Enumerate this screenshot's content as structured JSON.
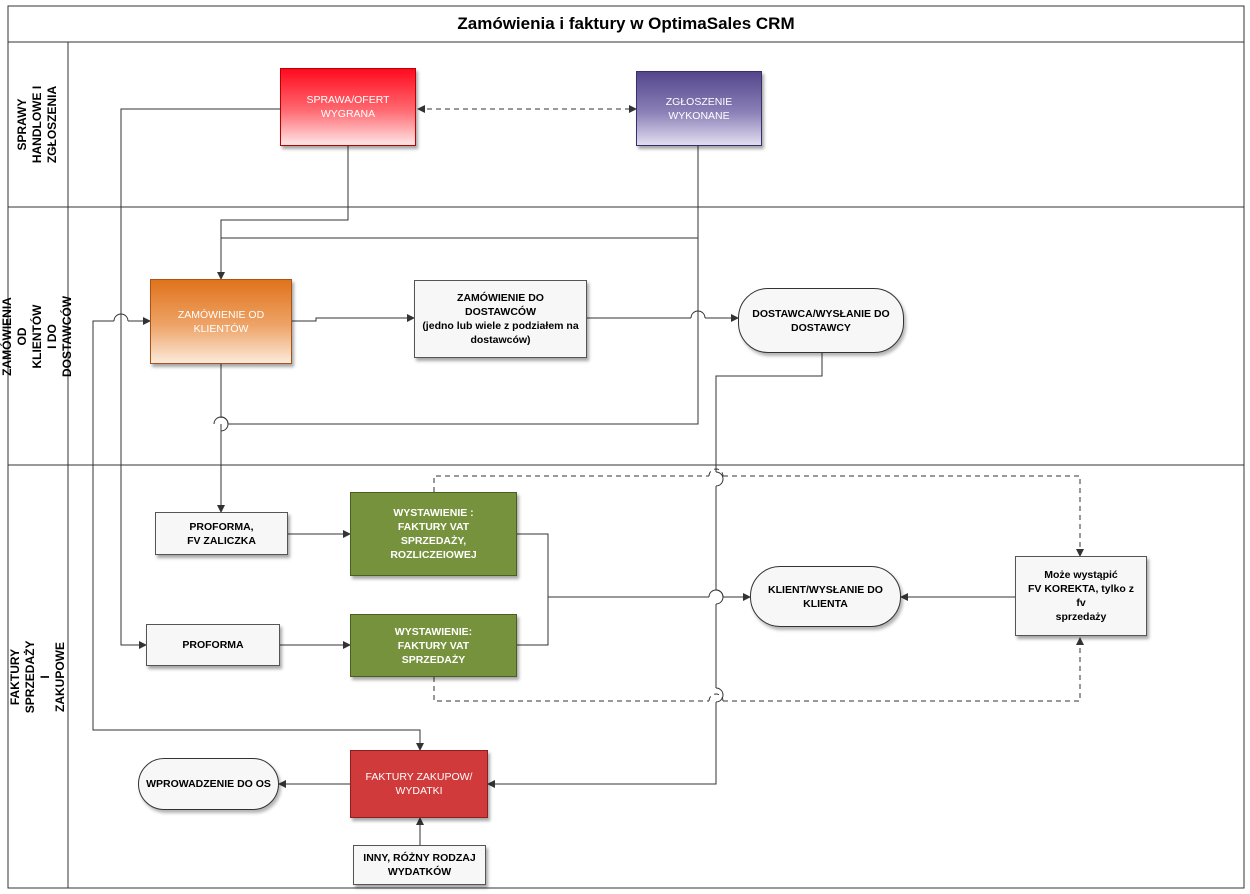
{
  "title": "Zamówienia i faktury w OptimaSales CRM",
  "lanes": [
    {
      "label": "SPRAWY HANDLOWE I\nZGŁOSZENIA"
    },
    {
      "label": "ZAMÓWIENIA OD KLIENTÓW\nI DO DOSTAWCÓW"
    },
    {
      "label": "FAKTURY SPRZEDAŻY I ZAKUPOWE"
    }
  ],
  "nodes": {
    "sprawa_ofert": "SPRAWA/OFERT\nWYGRANA",
    "zgloszenie": "ZGŁOSZENIE\nWYKONANE",
    "zamowienie_klienta": "ZAMÓWIENIE OD\nKLIENTÓW",
    "zamowienie_dostawcow": "ZAMÓWIENIE DO DOSTAWCÓW\n(jedno lub wiele z podziałem na\ndostawców)",
    "dostawca": "DOSTAWCA/WYSŁANIE DO\nDOSTAWCY",
    "proforma_fv_zaliczka": "PROFORMA,\nFV ZALICZKA",
    "wystawienie_1": "WYSTAWIENIE :\nFAKTURY VAT\nSPRZEDAŻY,\nROZLICZEIOWEJ",
    "proforma": "PROFORMA",
    "wystawienie_2": "WYSTAWIENIE:\nFAKTURY VAT\nSPRZEDAŻY",
    "klient": "KLIENT/WYSŁANIE DO\nKLIENTA",
    "korekta": "Może wystąpić\nFV KOREKTA, tylko z fv\nsprzedaży",
    "wprowadzenie_os": "WPROWADZENIE DO OS",
    "faktury_zakupow": "FAKTURY ZAKUPOW/\nWYDATKI",
    "inny_rodzaj": "INNY, RÓŻNY RODZAJ\nWYDATKÓW"
  },
  "colors": {
    "red_gradient": "#ff0a1e",
    "purple_gradient": "#55468c",
    "orange_gradient": "#e0731c",
    "green": "#76923c",
    "dark_red": "#d13a3a",
    "line": "#333333"
  }
}
